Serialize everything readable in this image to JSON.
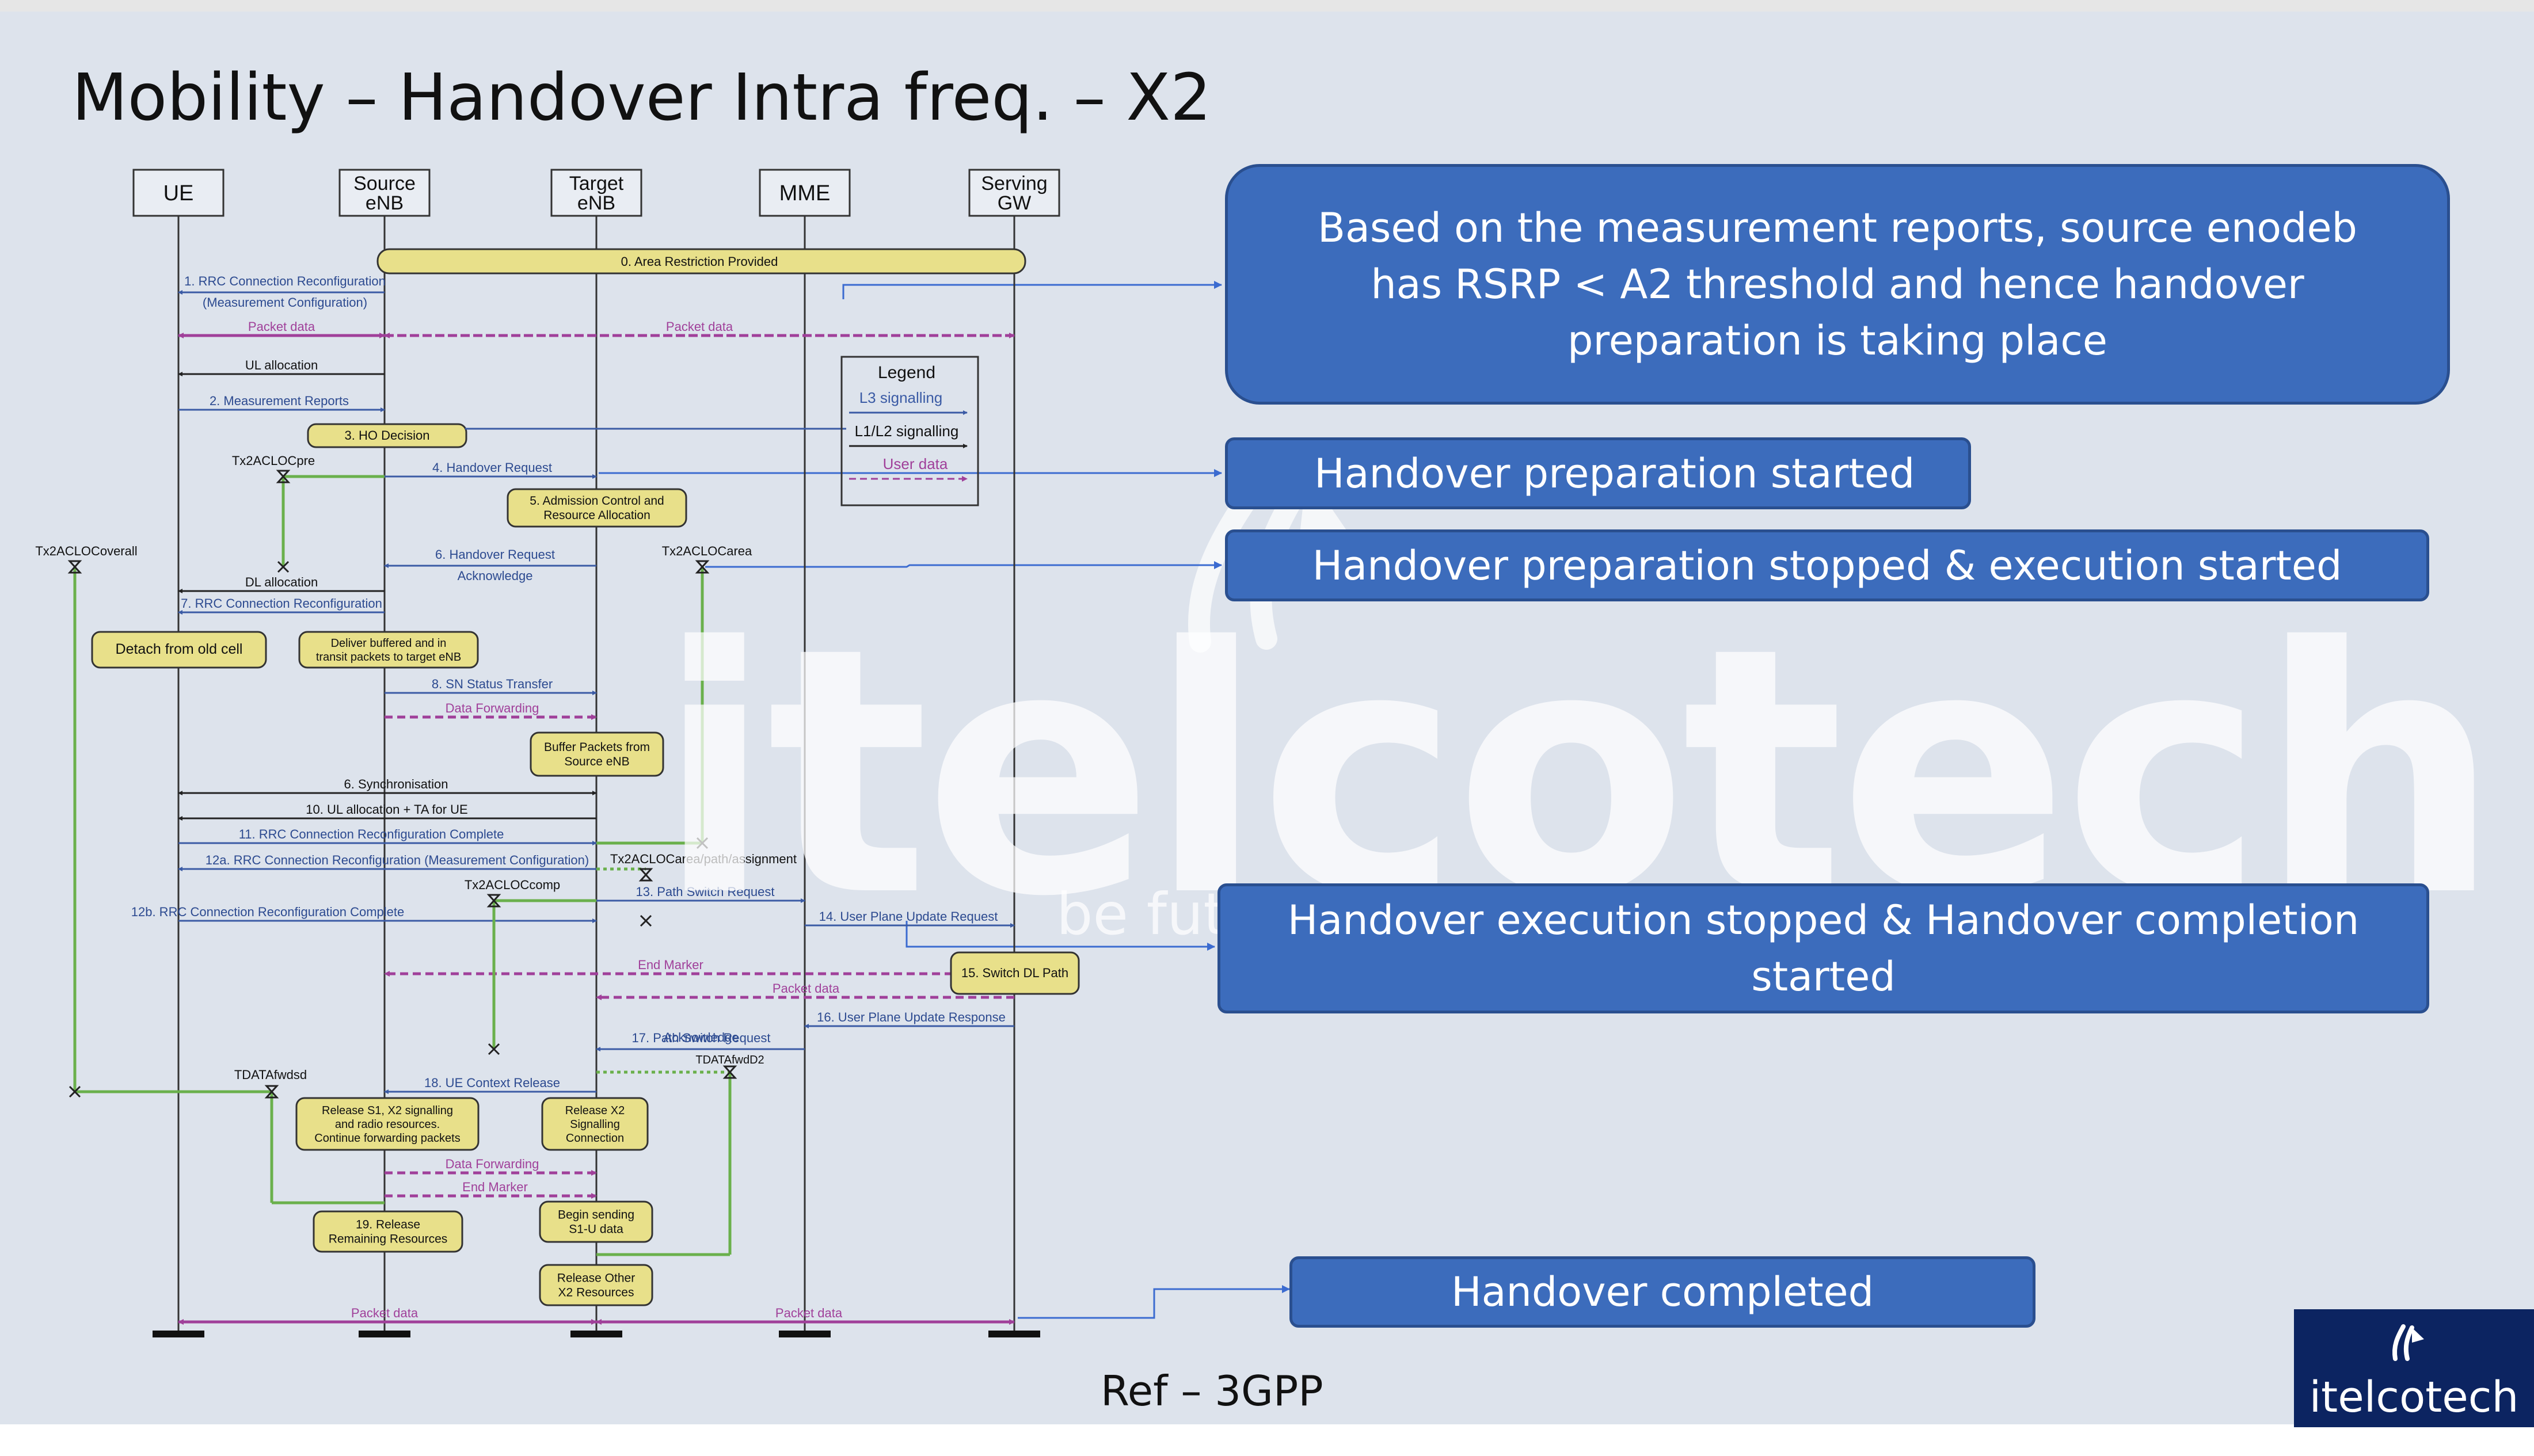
{
  "slide": {
    "title": "Mobility – Handover Intra freq. – X2",
    "ref": "Ref – 3GPP",
    "watermark": {
      "brand": "itelcotech",
      "tagline": "be future ready"
    },
    "logo": {
      "name": "itelcotech"
    },
    "colors": {
      "background": "#dde3ec",
      "callout": "#3c6cbc",
      "logo_bg": "#0c2461",
      "note_box": "#e8e08a",
      "user_data": "#a0409a",
      "timer": "#6ab04c",
      "signalling": "#3b5ba5"
    }
  },
  "callouts": {
    "c1": "Based on the measurement reports, source enodeb has RSRP < A2 threshold and hence handover preparation is taking place",
    "c2": "Handover preparation started",
    "c3": "Handover preparation stopped & execution started",
    "c4": "Handover execution stopped & Handover completion started",
    "c5": "Handover completed"
  },
  "diagram": {
    "entities": {
      "ue": "UE",
      "source_1": "Source",
      "source_2": "eNB",
      "target_1": "Target",
      "target_2": "eNB",
      "mme": "MME",
      "sgw_1": "Serving",
      "sgw_2": "GW"
    },
    "legend": {
      "title": "Legend",
      "l3": "L3 signalling",
      "l1l2": "L1/L2 signalling",
      "user": "User data"
    },
    "msgs": {
      "m0": "0. Area Restriction Provided",
      "m1a": "1. RRC Connection Reconfiguration",
      "m1b": "(Measurement Configuration)",
      "pd": "Packet data",
      "ul": "UL allocation",
      "m2": "2. Measurement Reports",
      "m3": "3. HO Decision",
      "m4": "4. Handover Request",
      "m5a": "5. Admission Control and",
      "m5b": "Resource Allocation",
      "m6a": "6. Handover Request",
      "m6b": "Acknowledge",
      "dl": "DL allocation",
      "m7": "7. RRC Connection Reconfiguration",
      "detach": "Detach from old cell",
      "deliver_a": "Deliver buffered and in",
      "deliver_b": "transit packets to target eNB",
      "m8": "8. SN Status Transfer",
      "df": "Data Forwarding",
      "buf_a": "Buffer Packets from",
      "buf_b": "Source eNB",
      "m9": "6. Synchronisation",
      "m10": "10. UL allocation + TA for UE",
      "m11": "11. RRC Connection Reconfiguration Complete",
      "m12a": "12a. RRC Connection Reconfiguration (Measurement Configuration)",
      "m13": "13. Path Switch Request",
      "m12b": "12b. RRC Connection Reconfiguration Complete",
      "m14": "14. User Plane Update Request",
      "em": "End Marker",
      "m15": "15. Switch DL Path",
      "m16": "16. User Plane Update Response",
      "m17a": "17. Path Switch Request",
      "m17b": "Acknowledge",
      "m18": "18. UE Context Release",
      "rel_a": "Release S1, X2 signalling",
      "rel_b": "and radio resources.",
      "rel_c": "Continue forwarding packets",
      "relx2_a": "Release X2",
      "relx2_b": "Signalling",
      "relx2_c": "Connection",
      "em2": "End Marker",
      "m19a": "19. Release",
      "m19b": "Remaining Resources",
      "bs_a": "Begin sending",
      "bs_b": "S1-U data",
      "ro_a": "Release Other",
      "ro_b": "X2 Resources"
    },
    "timers": {
      "t_pre": "Tx2ACLOCpre",
      "t_overall": "Tx2ACLOCoverall",
      "t_area": "Tx2ACLOCarea",
      "t_path": "Tx2ACLOCarea/path/assignment",
      "t_comp": "Tx2ACLOCcomp",
      "t_d2": "TDATAfwdD2",
      "t_data": "TDATAfwdsd"
    }
  }
}
